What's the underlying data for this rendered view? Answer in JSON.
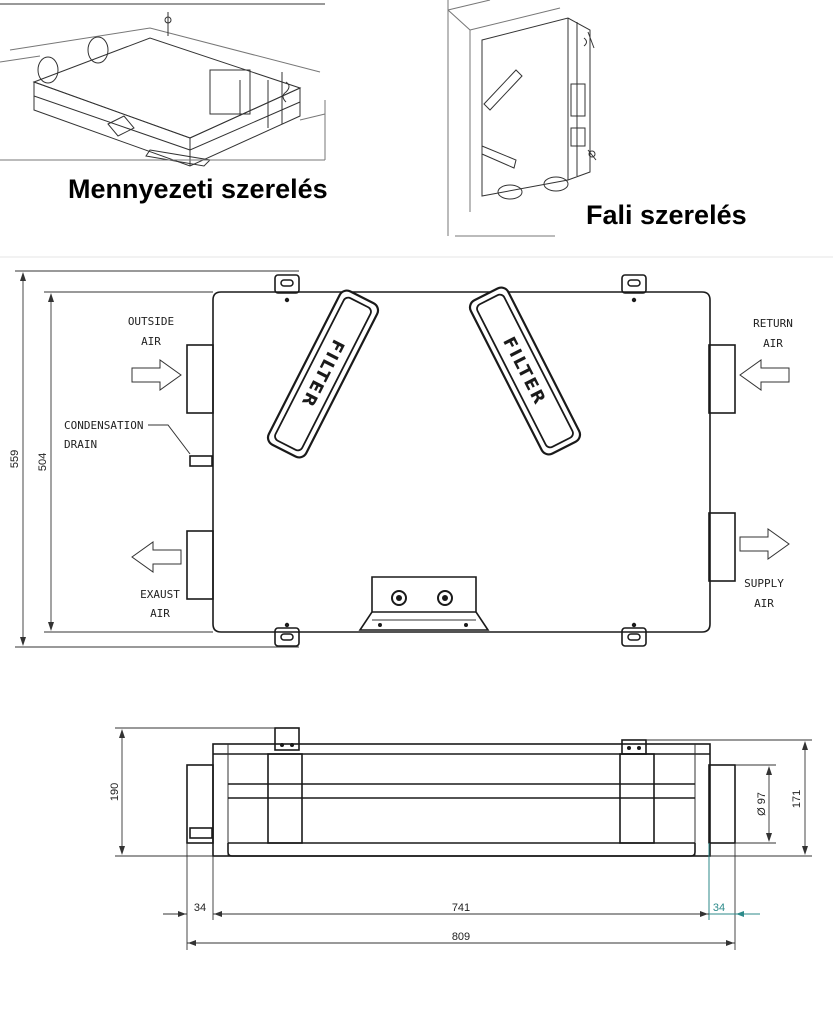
{
  "mounting": {
    "ceiling_caption": "Mennyezeti szerelés",
    "wall_caption": "Fali szerelés"
  },
  "front_view": {
    "labels": {
      "outside_air": [
        "OUTSIDE",
        "AIR"
      ],
      "return_air": [
        "RETURN",
        "AIR"
      ],
      "condensation_drain": [
        "CONDENSATION",
        "DRAIN"
      ],
      "exaust_air": [
        "EXAUST",
        "AIR"
      ],
      "supply_air": [
        "SUPPLY",
        "AIR"
      ]
    },
    "filter_text": "FILTER",
    "dim_outer_height": "559",
    "dim_inner_height": "504"
  },
  "side_view": {
    "dim_height": "190",
    "dim_right_height": "171",
    "dim_diameter": "Ø 97",
    "dim_left_spigot": "34",
    "dim_body_width": "741",
    "dim_right_spigot": "34",
    "dim_total_width": "809"
  }
}
